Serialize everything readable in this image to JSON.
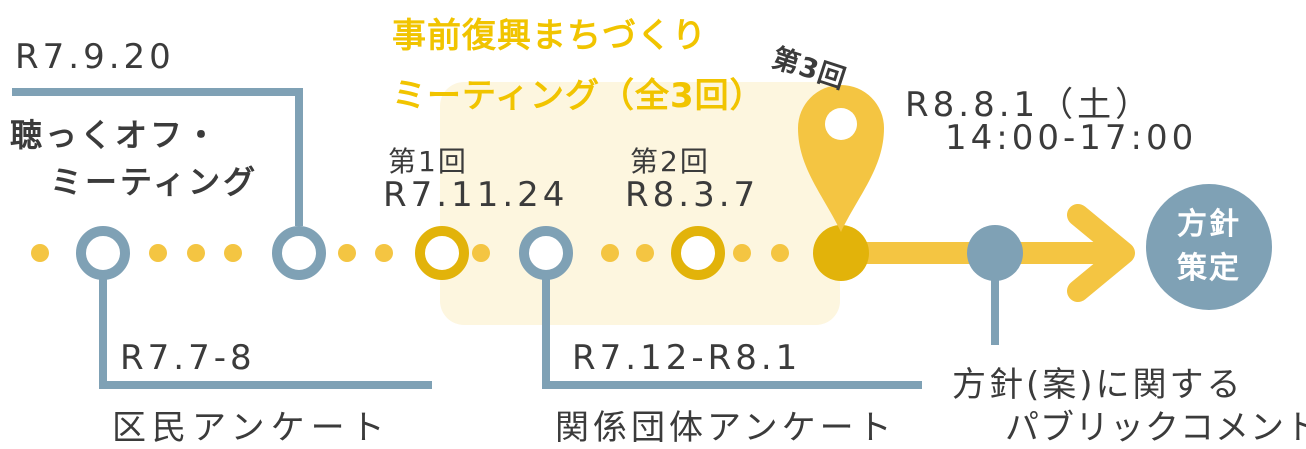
{
  "colors": {
    "yellow": "#f4c542",
    "dark_yellow": "#e2b30a",
    "blue_gray": "#7fa1b5",
    "highlight_bg": "#fdf6df",
    "text": "#3a3a3a",
    "title_yellow": "#f1c400"
  },
  "meeting_title": {
    "line1": "事前復興まちづくり",
    "line2": "ミーティング（全3回）"
  },
  "events": {
    "kick_off": {
      "date": "R7.9.20",
      "label_line1": "聴っくオフ・",
      "label_line2": "ミーティング"
    },
    "resident_survey": {
      "date": "R7.7-8",
      "label": "区民アンケート"
    },
    "meeting1": {
      "title": "第1回",
      "date": "R7.11.24"
    },
    "group_survey": {
      "date": "R7.12-R8.1",
      "label": "関係団体アンケート"
    },
    "meeting2": {
      "title": "第2回",
      "date": "R8.3.7"
    },
    "meeting3": {
      "title": "第3回",
      "date": "R8.8.1（土）",
      "time": "14:00-17:00",
      "pin_icon": "map-pin-icon"
    },
    "public_comment": {
      "label_line1": "方針(案)に関する",
      "label_line2": "パブリックコメント"
    },
    "policy": {
      "line1": "方針",
      "line2": "策定"
    }
  }
}
